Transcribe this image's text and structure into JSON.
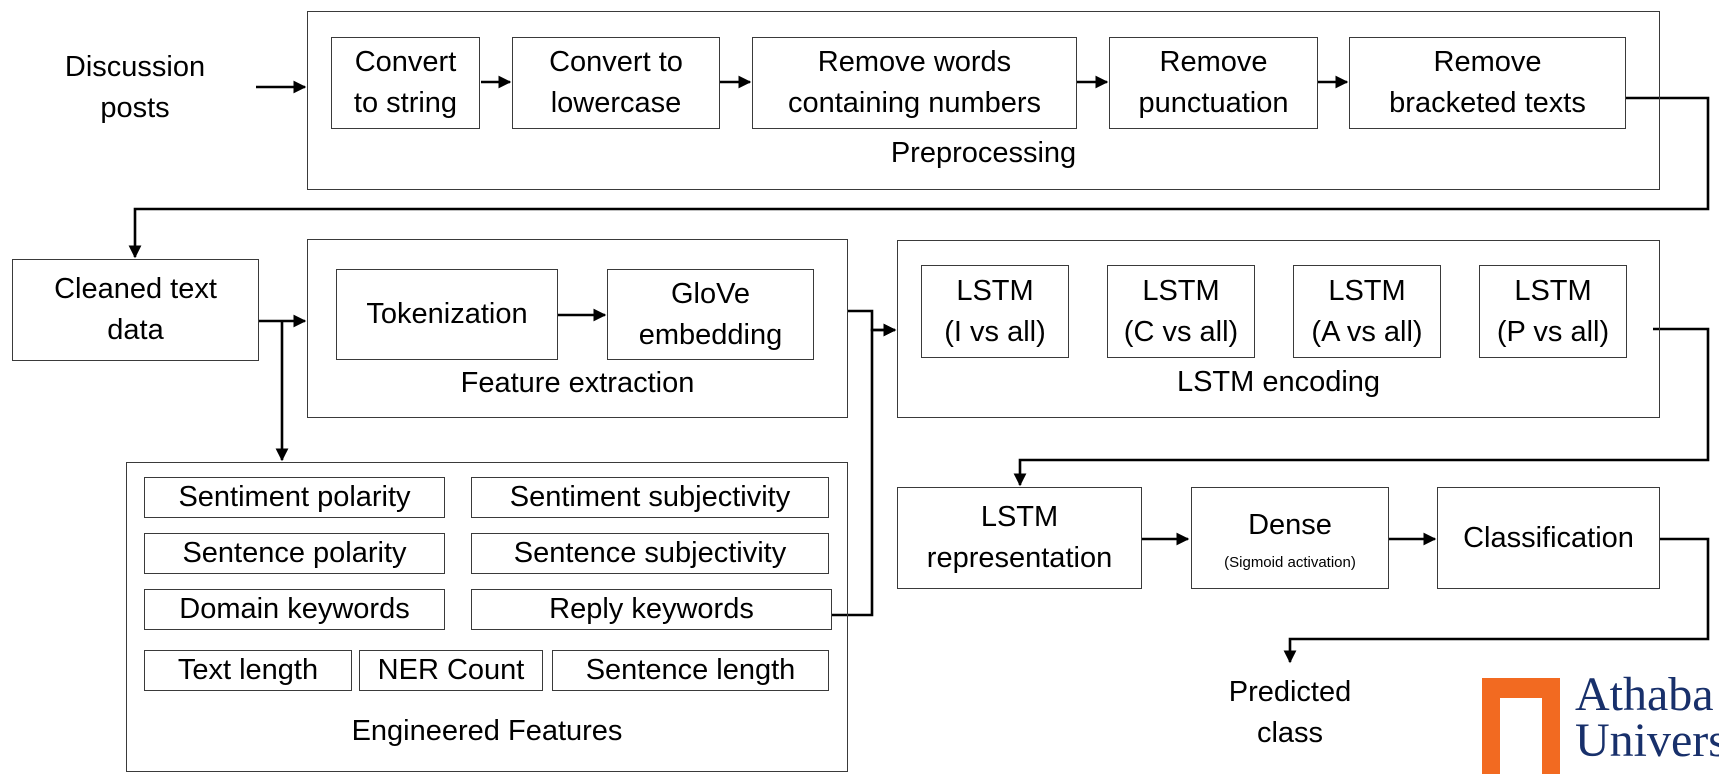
{
  "input": {
    "text": "Discussion\nposts"
  },
  "preprocessing": {
    "label": "Preprocessing",
    "steps": [
      "Convert\nto string",
      "Convert to\nlowercase",
      "Remove words\ncontaining numbers",
      "Remove\npunctuation",
      "Remove\nbracketed texts"
    ]
  },
  "cleaned": {
    "text": "Cleaned text\ndata"
  },
  "feature_extraction": {
    "label": "Feature extraction",
    "tokenization": "Tokenization",
    "glove": "GloVe\nembedding"
  },
  "lstm_encoding": {
    "label": "LSTM encoding",
    "models": [
      "LSTM\n(I vs all)",
      "LSTM\n(C vs all)",
      "LSTM\n(A vs all)",
      "LSTM\n(P vs all)"
    ]
  },
  "engineered": {
    "label": "Engineered Features",
    "features": [
      "Sentiment polarity",
      "Sentiment subjectivity",
      "Sentence polarity",
      "Sentence subjectivity",
      "Domain keywords",
      "Reply keywords",
      "Text length",
      "NER Count",
      "Sentence length"
    ]
  },
  "classifier": {
    "representation": "LSTM\nrepresentation",
    "dense": "Dense",
    "dense_sub": "(Sigmoid activation)",
    "classification": "Classification"
  },
  "output": {
    "text": "Predicted\nclass"
  },
  "logo": {
    "text": "Athaba\nUnivers",
    "shield_color": "#f26a21",
    "text_color": "#18306b"
  },
  "colors": {
    "line": "#000000",
    "border": "#3a3a3a"
  }
}
